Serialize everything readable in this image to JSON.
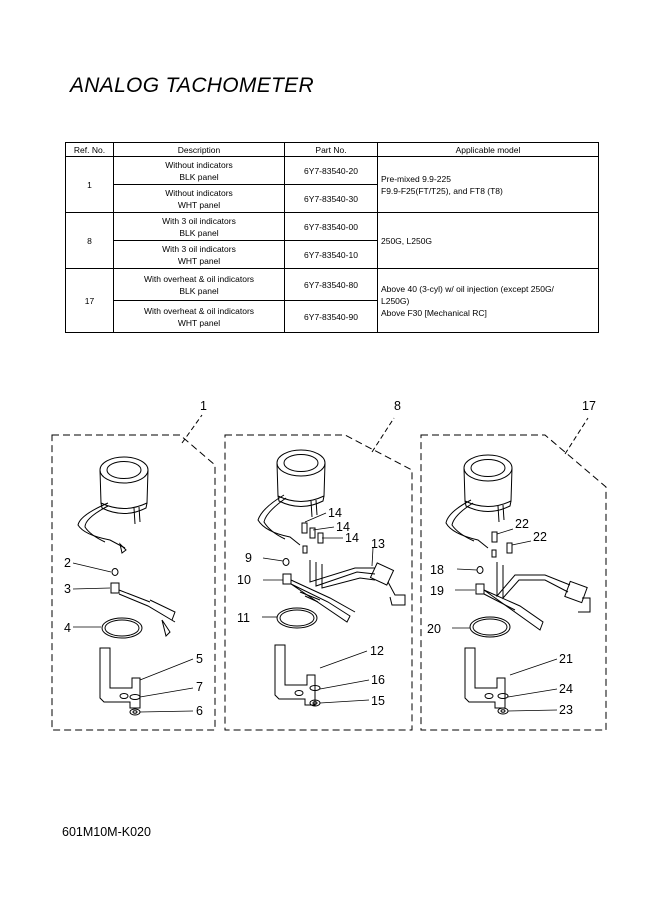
{
  "page_title": "ANALOG TACHOMETER",
  "table": {
    "headers": {
      "ref": "Ref. No.",
      "desc": "Description",
      "part": "Part No.",
      "model": "Applicable model"
    },
    "groups": [
      {
        "ref": "1",
        "rows": [
          {
            "desc1": "Without indicators",
            "desc2": "BLK panel",
            "part": "6Y7-83540-20"
          },
          {
            "desc1": "Without indicators",
            "desc2": "WHT panel",
            "part": "6Y7-83540-30"
          }
        ],
        "model1": "Pre-mixed 9.9-225",
        "model2": "F9.9-F25(FT/T25), and FT8 (T8)",
        "model3": ""
      },
      {
        "ref": "8",
        "rows": [
          {
            "desc1": "With 3 oil indicators",
            "desc2": "BLK panel",
            "part": "6Y7-83540-00"
          },
          {
            "desc1": "With 3 oil indicators",
            "desc2": "WHT panel",
            "part": "6Y7-83540-10"
          }
        ],
        "model1": "250G, L250G",
        "model2": "",
        "model3": ""
      },
      {
        "ref": "17",
        "rows": [
          {
            "desc1": "With overheat & oil indicators",
            "desc2": "BLK panel",
            "part": "6Y7-83540-80"
          },
          {
            "desc1": "With overheat & oil indicators",
            "desc2": "WHT panel",
            "part": "6Y7-83540-90"
          }
        ],
        "model1": "Above 40 (3-cyl) w/ oil injection (except 250G/",
        "model2": "L250G)",
        "model3": "Above F30 [Mechanical RC]"
      }
    ]
  },
  "diagram": {
    "kit_labels": [
      "1",
      "8",
      "17"
    ],
    "kit1": {
      "l2": "2",
      "l3": "3",
      "l4": "4",
      "l5": "5",
      "l7": "7",
      "l6": "6"
    },
    "kit8": {
      "l14a": "14",
      "l14b": "14",
      "l14c": "14",
      "l13": "13",
      "l9": "9",
      "l10": "10",
      "l11": "11",
      "l12": "12",
      "l16": "16",
      "l15": "15"
    },
    "kit17": {
      "l22a": "22",
      "l22b": "22",
      "l18": "18",
      "l19": "19",
      "l20": "20",
      "l21": "21",
      "l24": "24",
      "l23": "23"
    }
  },
  "footer_code": "601M10M-K020"
}
